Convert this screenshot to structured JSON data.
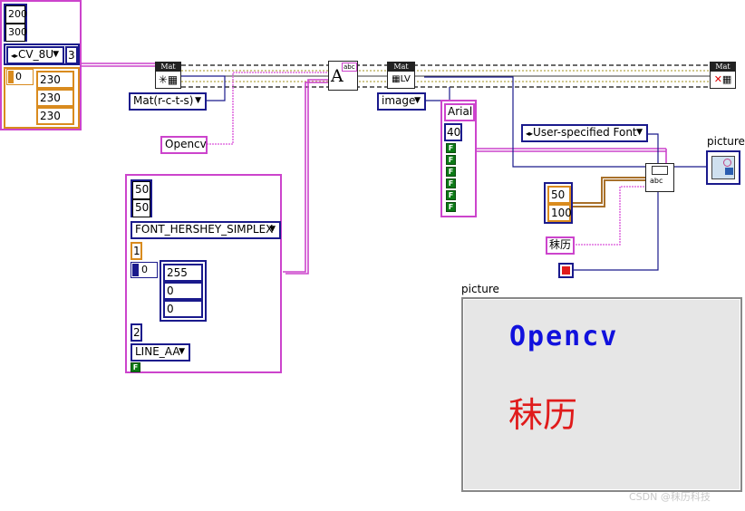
{
  "array_constants": {
    "size_rows": "200",
    "size_cols": "300",
    "type_ring": "CV_8U",
    "channels": "3",
    "index": "0",
    "fill_values": [
      "230",
      "230",
      "230"
    ]
  },
  "text_params": {
    "org_x": "50",
    "org_y": "50",
    "font_face": "FONT_HERSHEY_SIMPLEX",
    "font_scale": "1",
    "color_index": "0",
    "color_values": [
      "255",
      "0",
      "0"
    ],
    "thickness": "2",
    "line_type": "LINE_AA",
    "bottom_left_origin": "F"
  },
  "rings": {
    "mat_ctor": "Mat(r-c-t-s)",
    "image_property": "image",
    "font_mode": "User-specified Font"
  },
  "strings": {
    "opencv_text": "Opencv",
    "chinese_text": "秣历"
  },
  "font_cluster": {
    "font_name": "Arial",
    "size": "40",
    "bools": [
      "F",
      "F",
      "F",
      "F",
      "F",
      "F"
    ]
  },
  "draw_point": {
    "x": "50",
    "y": "100"
  },
  "node_headers": {
    "mat1": "Mat",
    "mat2": "Mat",
    "mat3": "Mat"
  },
  "node_glyphs": {
    "put_text": "A",
    "node_abc": "abc",
    "lv": "LV"
  },
  "picture_terminal_label": "picture",
  "picture_indicator": {
    "label": "picture",
    "line1": "Opencv",
    "line2": "秣历",
    "line1_color": "#1111dd",
    "line2_color": "#e01b1b"
  },
  "watermark": "CSDN @秣历科技",
  "colors": {
    "cluster_wire": "#cc44cc",
    "string_wire": "#e070e0",
    "int_wire": "#1a1a8c",
    "orange": "#d98b1e",
    "bool": "#0c7a16"
  }
}
